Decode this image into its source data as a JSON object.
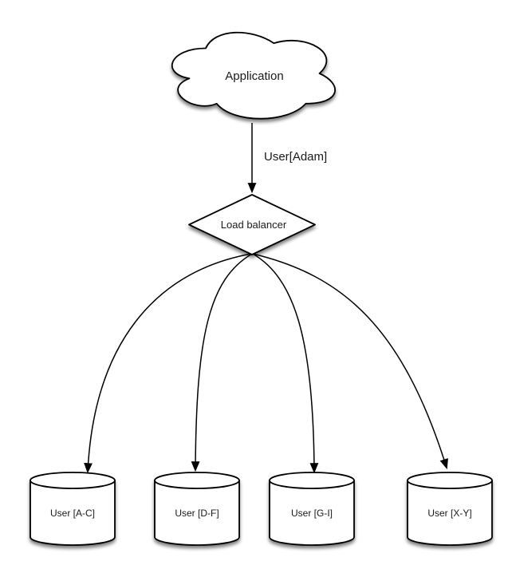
{
  "diagram": {
    "background_color": "#ffffff",
    "shape_fill_color": "#ffffff",
    "stroke_color": "#000000",
    "text_color": "#1a1a1a",
    "nodes": {
      "application": {
        "label": "Application",
        "shape": "cloud"
      },
      "load_balancer": {
        "label": "Load balancer",
        "shape": "diamond"
      },
      "databases": [
        {
          "label": "User [A-C]",
          "shape": "cylinder"
        },
        {
          "label": "User [D-F]",
          "shape": "cylinder"
        },
        {
          "label": "User [G-I]",
          "shape": "cylinder"
        },
        {
          "label": "User [X-Y]",
          "shape": "cylinder"
        }
      ]
    },
    "edges": {
      "app_to_lb_label": "User[Adam]"
    }
  }
}
